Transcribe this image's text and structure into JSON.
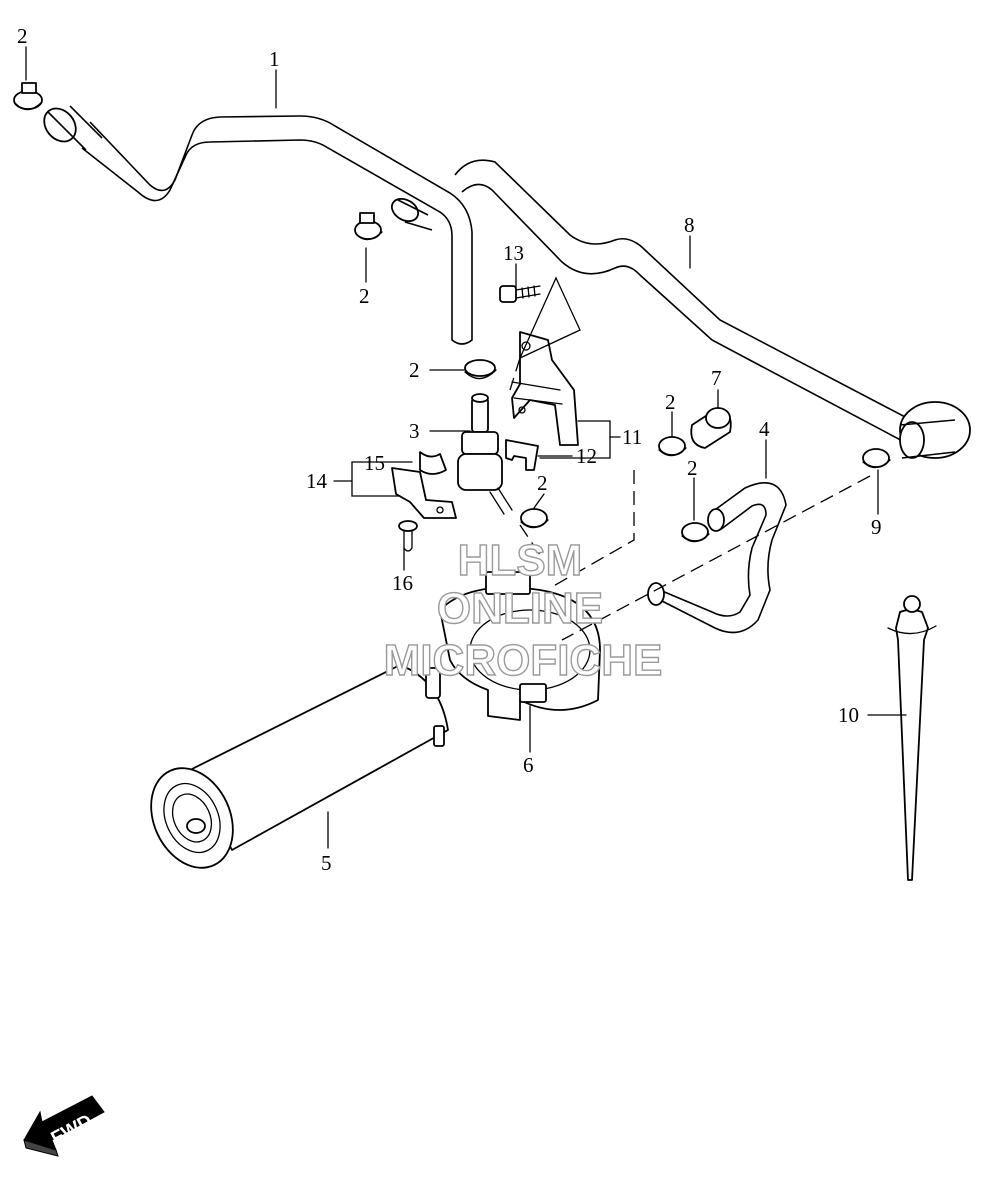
{
  "callouts": {
    "c1": "1",
    "c2a": "2",
    "c2b": "2",
    "c2c": "2",
    "c2d": "2",
    "c2e": "2",
    "c2f": "2",
    "c3": "3",
    "c4": "4",
    "c5": "5",
    "c6": "6",
    "c7": "7",
    "c8": "8",
    "c9": "9",
    "c10": "10",
    "c11": "11",
    "c12": "12",
    "c13": "13",
    "c14": "14",
    "c15": "15",
    "c16": "16"
  },
  "watermark": {
    "line1": "HLSM",
    "line2": "ONLINE",
    "line3": "MICROFICHE"
  },
  "fwd_label": "FWD"
}
